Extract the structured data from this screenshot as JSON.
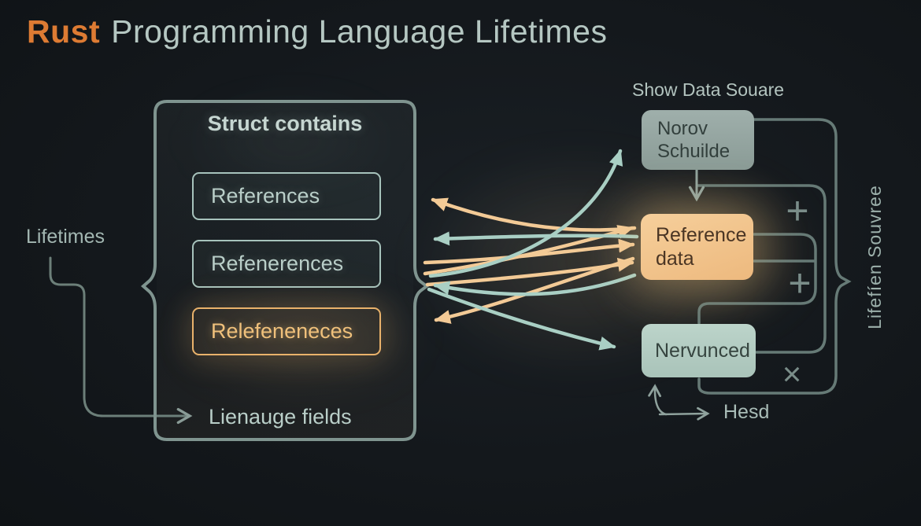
{
  "title": {
    "brand": "Rust",
    "rest": "Programming Language Lifetimes"
  },
  "lifetimes_label": "Lifetimes",
  "struct_panel": {
    "heading": "Struct contains",
    "fields": [
      {
        "label": "References",
        "accent": false
      },
      {
        "label": "Refenerences",
        "accent": false
      },
      {
        "label": "Relefeneneces",
        "accent": true
      }
    ],
    "footer_label": "Lienauge fields"
  },
  "data_panel": {
    "heading": "Show Data Souare",
    "norov_box": {
      "line1": "Norov",
      "line2": "Schuilde"
    },
    "reference_box": {
      "line1": "Reference",
      "line2": "data"
    },
    "nervunced_box": {
      "label": "Nervunced"
    },
    "hesd_label": "Hesd",
    "side_label": "Lifefíen Souvree",
    "plus_symbol": "+",
    "times_symbol": "×"
  },
  "colors": {
    "background": "#14181c",
    "accent_orange": "#dd7b33",
    "teal_arrow": "#a9cfc4",
    "orange_arrow": "#f3ca96",
    "structure_line": "#667a76",
    "box_border": "#7f948f",
    "reference_fill": "#f0c18b",
    "norov_fill": "#95a5a1",
    "nervunced_fill": "#b3cdc3"
  }
}
